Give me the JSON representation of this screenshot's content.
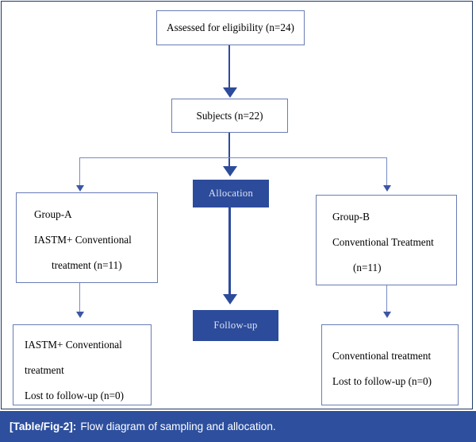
{
  "figure": {
    "caption_label": "[Table/Fig-2]:",
    "caption_text": "Flow diagram of sampling and allocation.",
    "caption_bar_color": "#2d4f9e",
    "accent_color": "#2c4b9b",
    "connector_color": "#7b8ac4",
    "box_border_color": "#6a7cb4",
    "frame_border_color": "#1f3864"
  },
  "nodes": {
    "assessed": {
      "text": "Assessed for eligibility (n=24)"
    },
    "subjects": {
      "text": "Subjects (n=22)"
    },
    "allocation": {
      "label": "Allocation"
    },
    "followup": {
      "label": "Follow-up"
    },
    "group_a": {
      "line1": "Group-A",
      "line2": "IASTM+ Conventional",
      "line3": "treatment (n=11)"
    },
    "group_b": {
      "line1": "Group-B",
      "line2": "Conventional Treatment",
      "line3": "(n=11)"
    },
    "lost_a": {
      "line1": "IASTM+ Conventional",
      "line2": "treatment",
      "line3": "Lost to follow-up (n=0)"
    },
    "lost_b": {
      "line1": "Conventional treatment",
      "line2": "Lost to follow-up (n=0)"
    }
  }
}
